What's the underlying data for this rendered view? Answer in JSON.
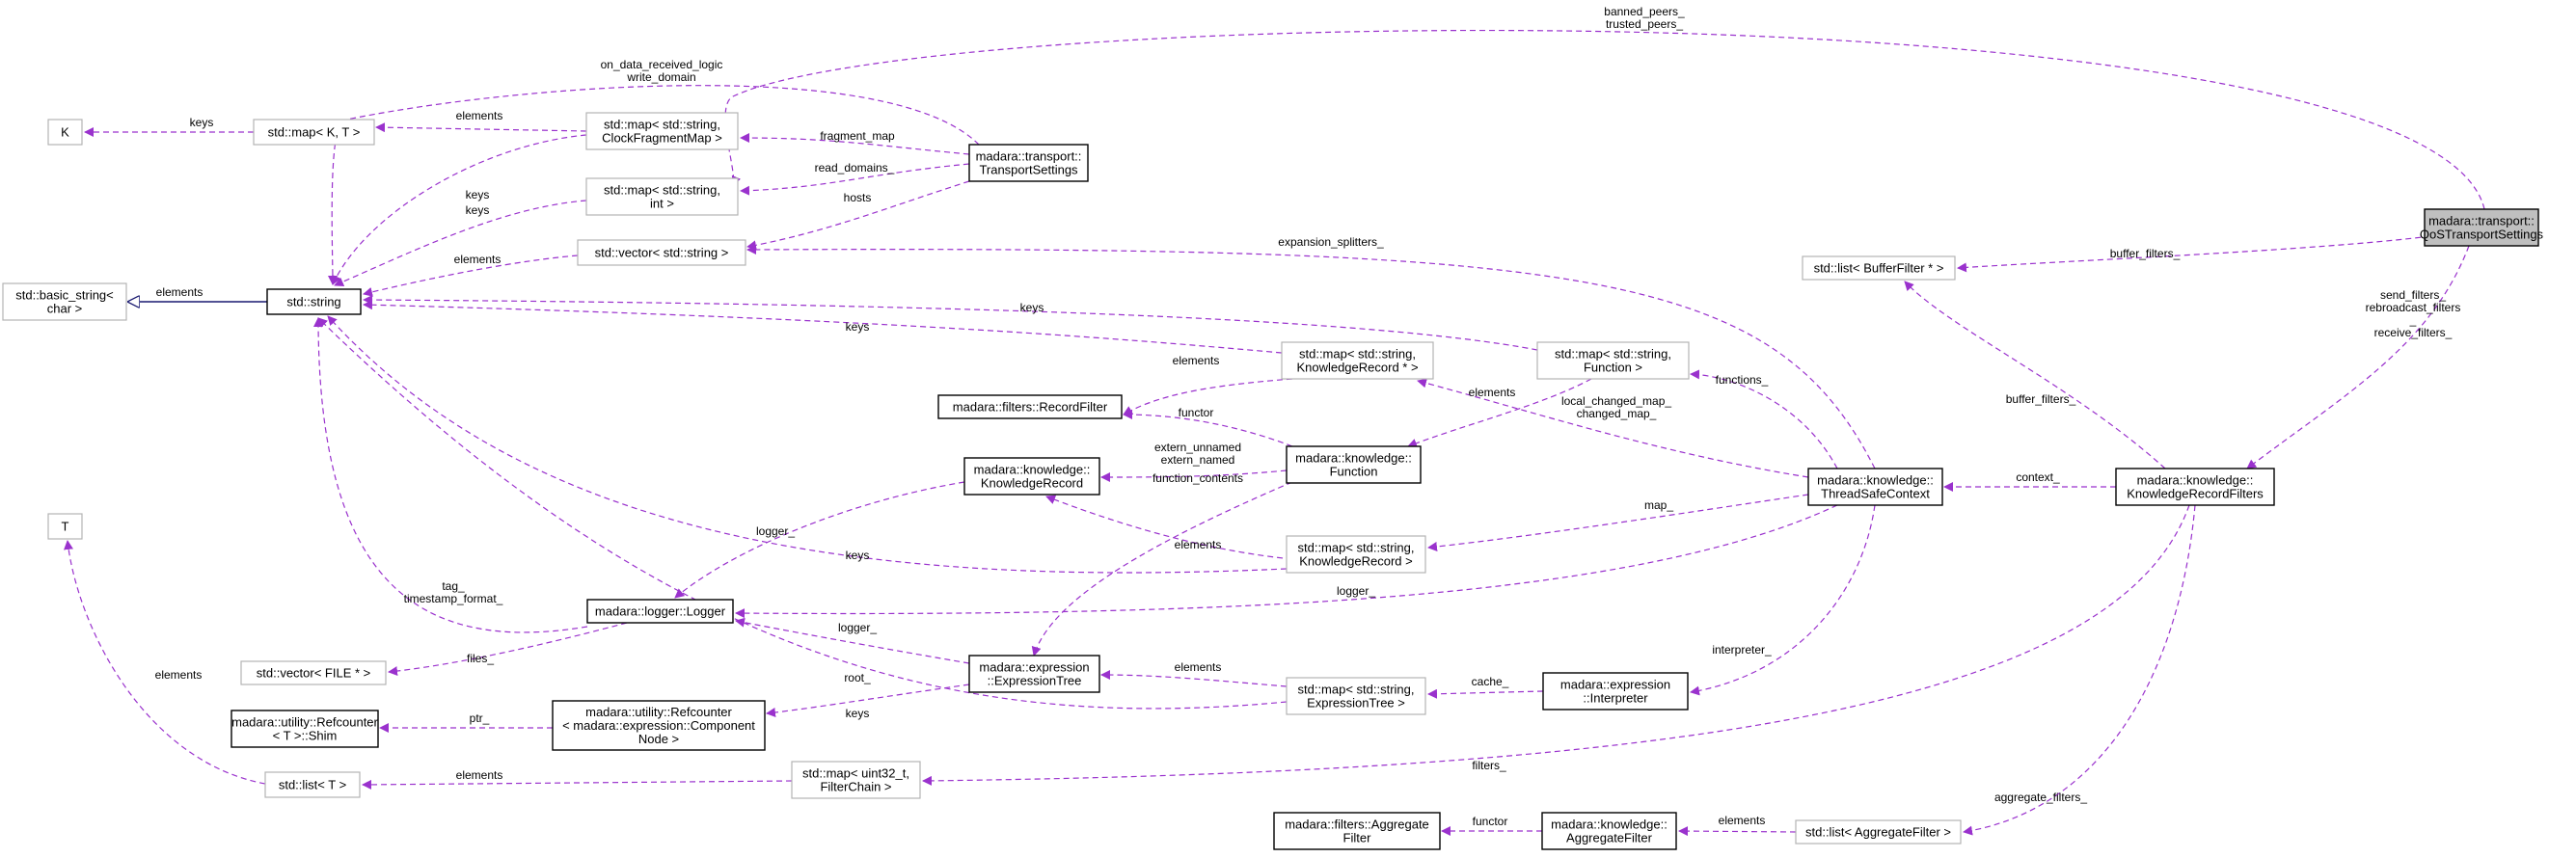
{
  "nodes": {
    "qos": [
      "madara::transport::",
      "QoSTransportSettings"
    ],
    "transport_settings": [
      "madara::transport::",
      "TransportSettings"
    ],
    "k": [
      "K"
    ],
    "map_kt": [
      "std::map< K, T >"
    ],
    "t": [
      "T"
    ],
    "basic_string": [
      "std::basic_string<",
      "char >"
    ],
    "string": [
      "std::string"
    ],
    "map_clock": [
      "std::map< std::string,",
      "ClockFragmentMap >"
    ],
    "map_int": [
      "std::map< std::string,",
      "int >"
    ],
    "vector_string": [
      "std::vector< std::string >"
    ],
    "map_kr_ptr": [
      "std::map< std::string,",
      "KnowledgeRecord * >"
    ],
    "map_function": [
      "std::map< std::string,",
      "Function >"
    ],
    "record_filter": [
      "madara::filters::RecordFilter"
    ],
    "knowledge_record": [
      "madara::knowledge::",
      "KnowledgeRecord"
    ],
    "function": [
      "madara::knowledge::",
      "Function"
    ],
    "thread_safe_context": [
      "madara::knowledge::",
      "ThreadSafeContext"
    ],
    "list_buffer_filter": [
      "std::list< BufferFilter * >"
    ],
    "kr_filters": [
      "madara::knowledge::",
      "KnowledgeRecordFilters"
    ],
    "map_kr": [
      "std::map< std::string,",
      "KnowledgeRecord >"
    ],
    "logger": [
      "madara::logger::Logger"
    ],
    "vector_file": [
      "std::vector< FILE * >"
    ],
    "expression_tree": [
      "madara::expression",
      "::ExpressionTree"
    ],
    "refcounter_shim": [
      "madara::utility::Refcounter",
      "< T >::Shim"
    ],
    "refcounter_component": [
      "madara::utility::Refcounter",
      "< madara::expression::Component",
      "Node >"
    ],
    "map_expr_tree": [
      "std::map< std::string,",
      "ExpressionTree >"
    ],
    "interpreter": [
      "madara::expression",
      "::Interpreter"
    ],
    "list_t": [
      "std::list< T >"
    ],
    "map_filter_chain": [
      "std::map< uint32_t,",
      "FilterChain >"
    ],
    "aggregate_filter_filters": [
      "madara::filters::Aggregate",
      "Filter"
    ],
    "aggregate_filter": [
      "madara::knowledge::",
      "AggregateFilter"
    ],
    "list_aggregate": [
      "std::list< AggregateFilter >"
    ]
  },
  "edges": [
    {
      "id": "qos-trusted",
      "label": [
        "banned_peers_",
        "trusted_peers_"
      ]
    },
    {
      "id": "ts-onreceived",
      "label": [
        "on_data_received_logic",
        "write_domain"
      ]
    },
    {
      "id": "kt-keys",
      "label": [
        "keys"
      ]
    },
    {
      "id": "mapkt-elements",
      "label": [
        "elements"
      ]
    },
    {
      "id": "clock-keys",
      "label": [
        "keys"
      ]
    },
    {
      "id": "ts-fragment",
      "label": [
        "fragment_map"
      ]
    },
    {
      "id": "int-keys",
      "label": [
        "keys"
      ]
    },
    {
      "id": "ts-readdomains",
      "label": [
        "read_domains_"
      ]
    },
    {
      "id": "ts-hosts",
      "label": [
        "hosts"
      ]
    },
    {
      "id": "vec-elements",
      "label": [
        "elements"
      ]
    },
    {
      "id": "str-elements",
      "label": [
        "elements"
      ]
    },
    {
      "id": "tsc-expansion",
      "label": [
        "expansion_splitters_"
      ]
    },
    {
      "id": "qos-bufferfilters",
      "label": [
        "buffer_filters_"
      ]
    },
    {
      "id": "mapfunc-keys",
      "label": [
        "keys"
      ]
    },
    {
      "id": "krptr-keys",
      "label": [
        "keys"
      ]
    },
    {
      "id": "qos-krfilters",
      "label": [
        "send_filters_",
        "rebroadcast_filters",
        "_",
        "receive_filters_"
      ]
    },
    {
      "id": "krptr-elements",
      "label": [
        "elements"
      ]
    },
    {
      "id": "func-functor",
      "label": [
        "functor"
      ]
    },
    {
      "id": "mapfunc-elements",
      "label": [
        "elements"
      ]
    },
    {
      "id": "tsc-functions",
      "label": [
        "functions_"
      ]
    },
    {
      "id": "krf-bufferfilters",
      "label": [
        "buffer_filters_"
      ]
    },
    {
      "id": "tsc-localchanged",
      "label": [
        "local_changed_map_",
        "changed_map_"
      ]
    },
    {
      "id": "func-extern",
      "label": [
        "extern_unnamed",
        "extern_named"
      ]
    },
    {
      "id": "func-contents",
      "label": [
        "function_contents"
      ]
    },
    {
      "id": "krf-context",
      "label": [
        "context_"
      ]
    },
    {
      "id": "kr-logger",
      "label": [
        "logger_"
      ]
    },
    {
      "id": "tsc-map",
      "label": [
        "map_"
      ]
    },
    {
      "id": "mapkr-elements",
      "label": [
        "elements"
      ]
    },
    {
      "id": "mapkr-keys",
      "label": [
        "keys"
      ]
    },
    {
      "id": "tsc-logger",
      "label": [
        "logger_"
      ]
    },
    {
      "id": "logger-tag",
      "label": [
        "tag_",
        "timestamp_format_"
      ]
    },
    {
      "id": "logger-files",
      "label": [
        "files_"
      ]
    },
    {
      "id": "et-logger",
      "label": [
        "logger_"
      ]
    },
    {
      "id": "tsc-interpreter",
      "label": [
        "interpreter_"
      ]
    },
    {
      "id": "mapet-elements",
      "label": [
        "elements"
      ]
    },
    {
      "id": "interp-cache",
      "label": [
        "cache_"
      ]
    },
    {
      "id": "et-root",
      "label": [
        "root_"
      ]
    },
    {
      "id": "mapet-keys",
      "label": [
        "keys"
      ]
    },
    {
      "id": "comp-ptr",
      "label": [
        "ptr_"
      ]
    },
    {
      "id": "listt-elements",
      "label": [
        "elements"
      ]
    },
    {
      "id": "t-elements",
      "label": [
        "elements"
      ]
    },
    {
      "id": "krf-filters",
      "label": [
        "filters_"
      ]
    },
    {
      "id": "krf-aggregate",
      "label": [
        "aggregate_filters_"
      ]
    },
    {
      "id": "la-elements",
      "label": [
        "elements"
      ]
    },
    {
      "id": "af-functor",
      "label": [
        "functor"
      ]
    }
  ]
}
